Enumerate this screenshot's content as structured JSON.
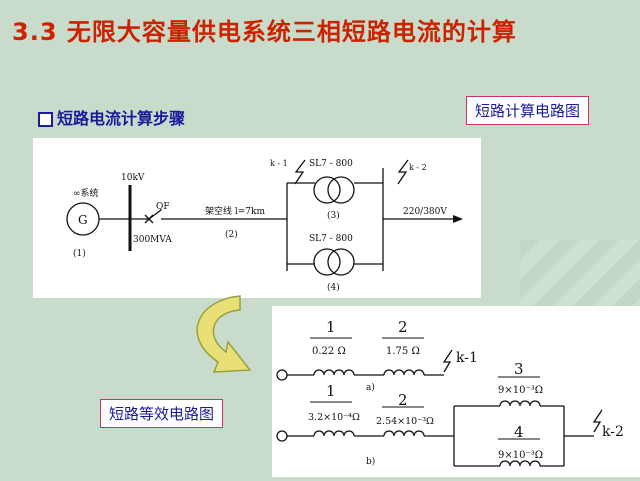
{
  "slide": {
    "title": "3.3 无限大容量供电系统三相短路电流的计算",
    "step_label": "短路电流计算步骤",
    "circuit_label": "短路计算电路图",
    "equivalent_label": "短路等效电路图"
  },
  "circuit": {
    "source_label": "∞系统",
    "gen_label": "G",
    "gen_num": "(1)",
    "bus_voltage": "10kV",
    "breaker_label": "QF",
    "breaker_capacity": "300MVA",
    "line_label": "架空线 l=7km",
    "line_num": "(2)",
    "k1": "k - 1",
    "k2": "k - 2",
    "tx1_label": "SL7 - 800",
    "tx1_num": "(3)",
    "tx2_label": "SL7 - 800",
    "tx2_num": "(4)",
    "load_voltage": "220/380V"
  },
  "equivalent": {
    "a_label": "a)",
    "b_label": "b)",
    "a1_num": "1",
    "a1_val": "0.22 Ω",
    "a2_num": "2",
    "a2_val": "1.75 Ω",
    "a_fault": "k-1",
    "b1_num": "1",
    "b1_val": "3.2×10⁻⁴Ω",
    "b2_num": "2",
    "b2_val": "2.54×10⁻³Ω",
    "b3_num": "3",
    "b3_val": "9×10⁻³Ω",
    "b4_num": "4",
    "b4_val": "9×10⁻³Ω",
    "b_fault": "k-2"
  }
}
